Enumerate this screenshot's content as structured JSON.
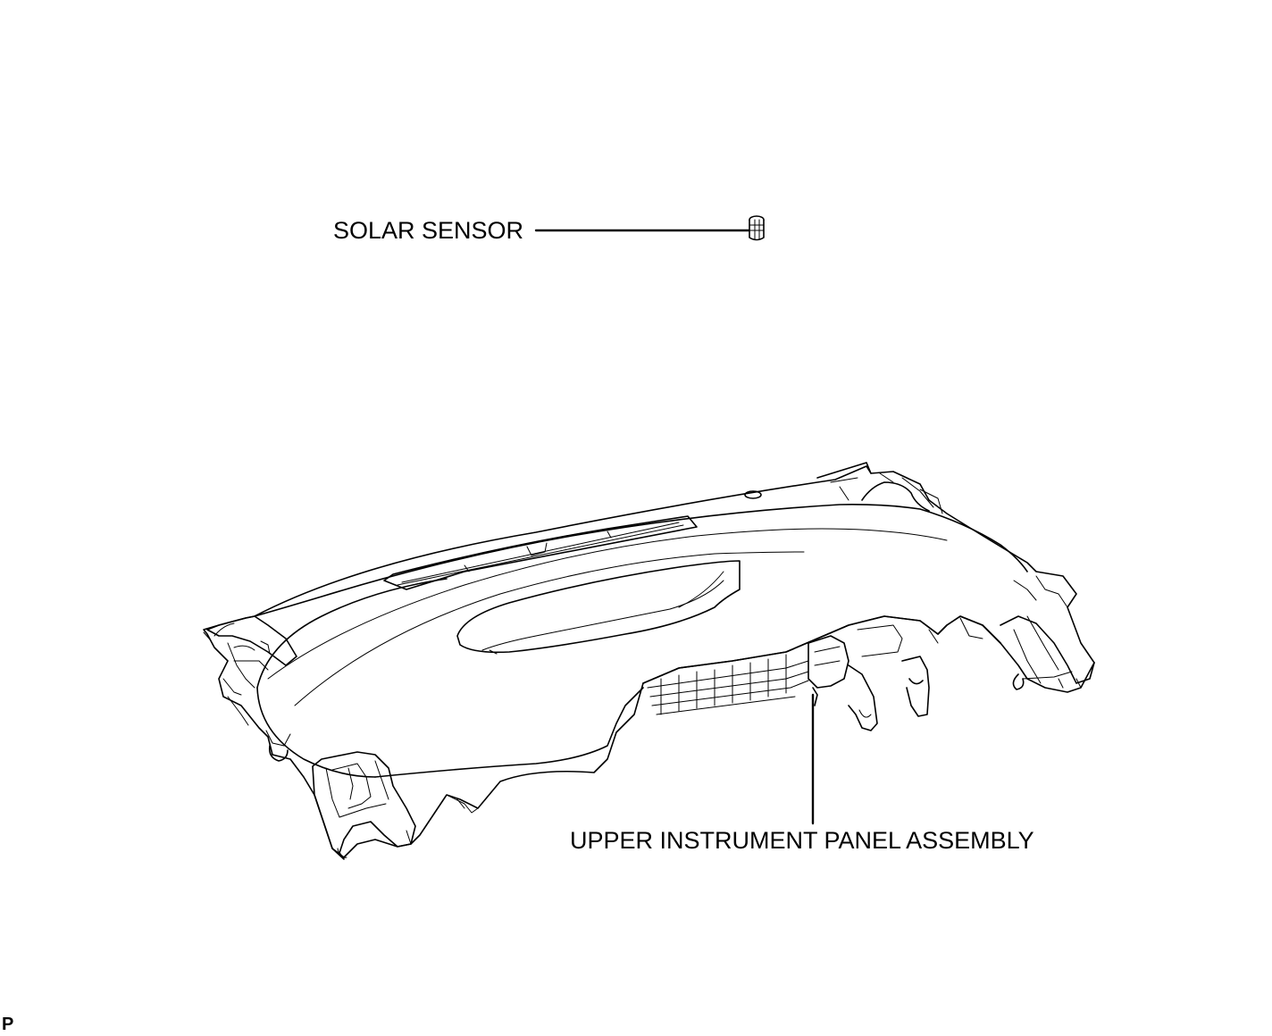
{
  "labels": {
    "solar_sensor": "SOLAR SENSOR",
    "upper_instrument_panel": "UPPER INSTRUMENT PANEL ASSEMBLY"
  },
  "corner_mark": "P"
}
